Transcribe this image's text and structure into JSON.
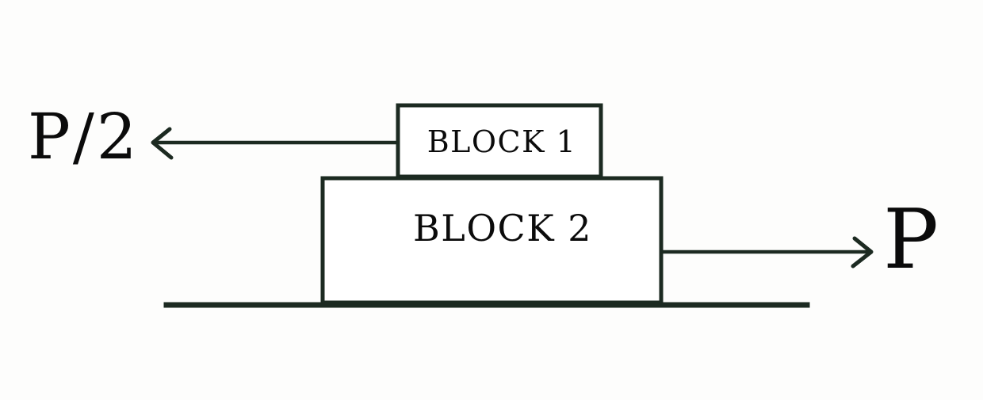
{
  "diagram": {
    "colors": {
      "ink": "#1c2a21",
      "text_ink": "#0b0b0b",
      "background": "#fdfdfc",
      "block_fill": "#ffffff"
    },
    "block1": {
      "label": "BLOCK 1"
    },
    "block2": {
      "label": "BLOCK 2"
    },
    "left_force": {
      "label": "P/2",
      "direction": "left"
    },
    "right_force": {
      "label": "P",
      "direction": "right"
    }
  }
}
